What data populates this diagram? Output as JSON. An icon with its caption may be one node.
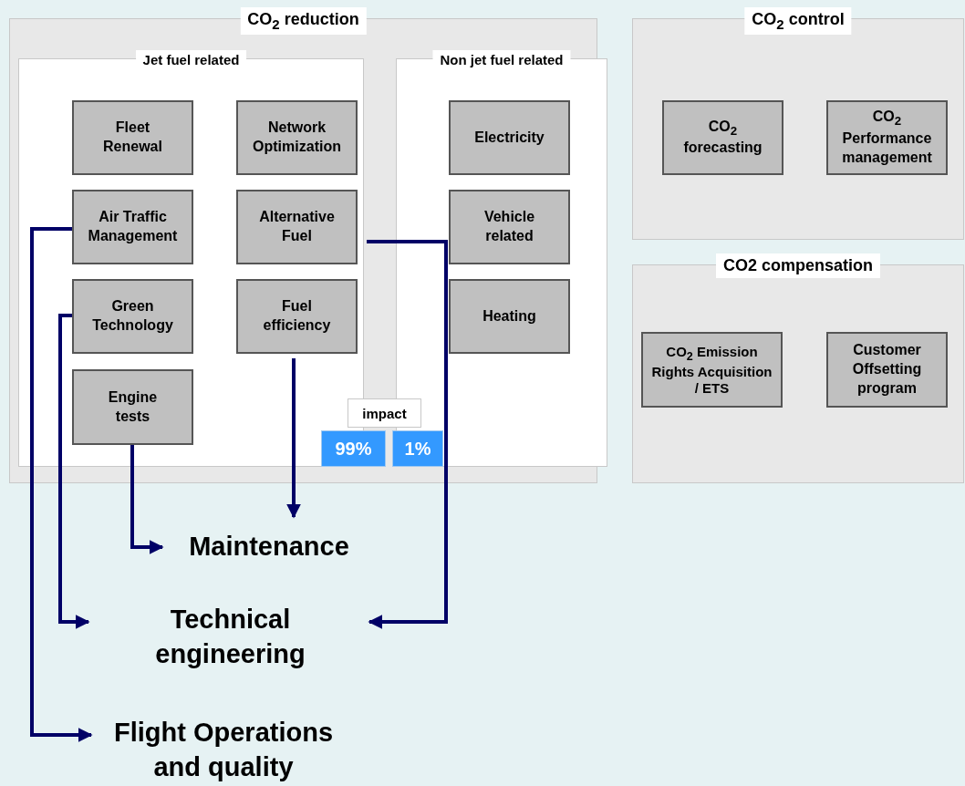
{
  "diagram": {
    "nodes": [
      {
        "text": [
          "CO$_{2}$ reduction"
        ]
      },
      {
        "text": [
          "Jet fuel related"
        ],
        "in": 0
      },
      {
        "text": [
          "Fleet Renewal"
        ],
        "in": 1
      },
      {
        "text": [
          "Network Optimization"
        ],
        "in": 1
      },
      {
        "text": [
          "Air Traffic Management"
        ],
        "in": 1
      },
      {
        "text": [
          "Alternative Fuel"
        ],
        "in": 1
      },
      {
        "text": [
          "Green Technology"
        ],
        "in": 1
      },
      {
        "text": [
          "Fuel efficiency"
        ],
        "in": 1
      },
      {
        "text": [
          "Engine tests"
        ],
        "in": 1
      },
      {
        "text": [
          "Non jet fuel related"
        ],
        "in": 0
      },
      {
        "text": [
          "Electricity"
        ],
        "in": 9
      },
      {
        "text": [
          "Vehicle related"
        ],
        "in": 9
      },
      {
        "text": [
          "Heating"
        ],
        "in": 9
      },
      {
        "text": [
          "impact"
        ],
        "in": 0
      },
      {
        "text": [
          "99%"
        ],
        "in": 0
      },
      {
        "text": [
          "1%"
        ],
        "in": 9
      },
      {
        "text": [
          "CO$_{2}$ control"
        ]
      },
      {
        "text": [
          "CO$_{2}$ forecasting"
        ],
        "in": 16
      },
      {
        "text": [
          "CO$_{2}$ Performance management"
        ],
        "in": 16
      },
      {
        "text": [
          "CO2 compensation"
        ]
      },
      {
        "text": [
          "CO$_{2}$ Emission Rights Acquisition / ETS"
        ],
        "in": 19
      },
      {
        "text": [
          "Customer Offsetting program"
        ],
        "in": 19
      },
      {
        "text": [
          "Maintenance"
        ]
      },
      {
        "text": [
          "Technical engineering"
        ]
      },
      {
        "text": [
          "Flight Operations and quality"
        ]
      }
    ],
    "edges": [
      {
        "from": 4,
        "to": 24,
        "arrow": "to"
      },
      {
        "from": 6,
        "to": 23,
        "arrow": "to"
      },
      {
        "from": 8,
        "to": 22,
        "arrow": "to"
      },
      {
        "from": 7,
        "to": 22,
        "arrow": "to"
      },
      {
        "from": 5,
        "to": 23,
        "arrow": "to"
      }
    ]
  }
}
